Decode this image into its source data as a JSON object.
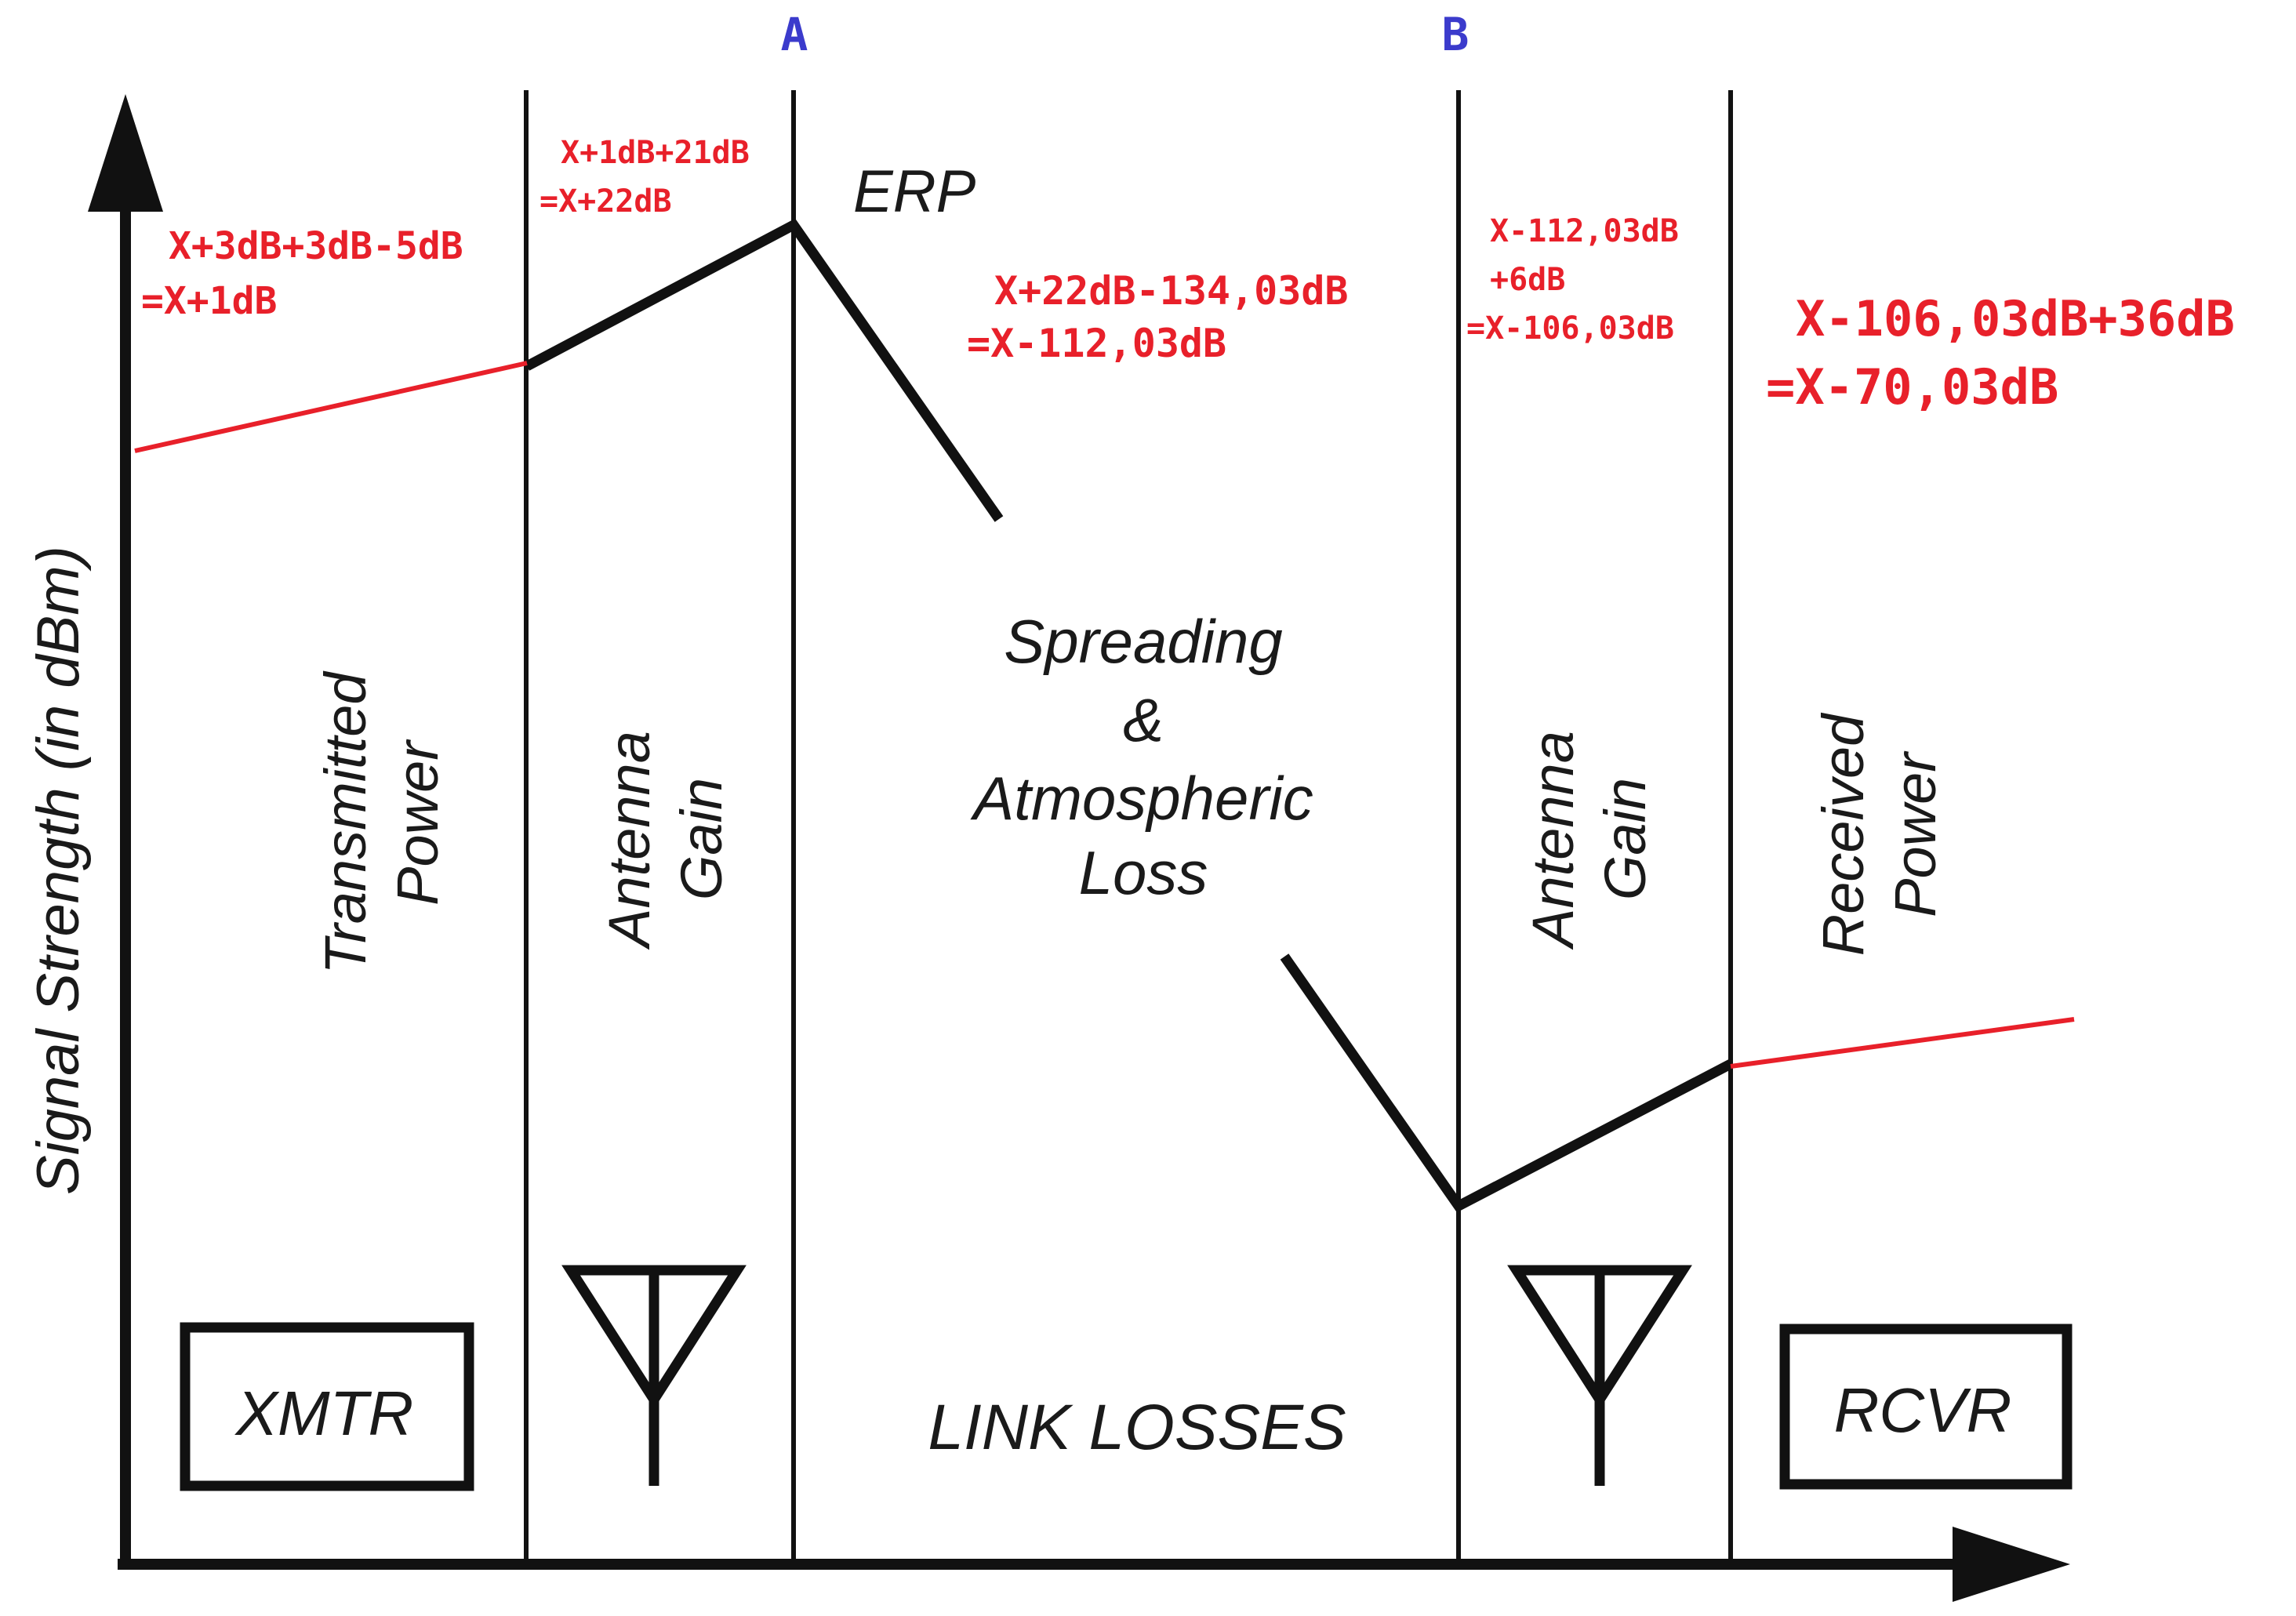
{
  "markers": {
    "a": "A",
    "b": "B"
  },
  "axis": {
    "y_label": "Signal Strength (in dBm)"
  },
  "sections": {
    "transmitted_power": [
      "Transmitted",
      "Power"
    ],
    "antenna_gain_tx": [
      "Antenna",
      "Gain"
    ],
    "erp": "ERP",
    "spreading": [
      "Spreading",
      "&",
      "Atmospheric",
      "Loss"
    ],
    "antenna_gain_rx": [
      "Antenna",
      "Gain"
    ],
    "received_power": [
      "Received",
      "Power"
    ]
  },
  "boxes": {
    "xmtr": "XMTR",
    "rcvr": "RCVR"
  },
  "link_losses": "LINK LOSSES",
  "annotations": {
    "tx_power": [
      "X+3dB+3dB-5dB",
      "=X+1dB"
    ],
    "tx_gain": [
      "X+1dB+21dB",
      "=X+22dB"
    ],
    "path_loss": [
      "X+22dB-134,03dB",
      "=X-112,03dB"
    ],
    "rx_gain": [
      "X-112,03dB",
      "+6dB",
      "=X-106,03dB"
    ],
    "received": [
      "X-106,03dB+36dB",
      "=X-70,03dB"
    ]
  },
  "colors": {
    "line": "#111111",
    "annotation": "#e8202a",
    "marker": "#3b3bcc"
  }
}
